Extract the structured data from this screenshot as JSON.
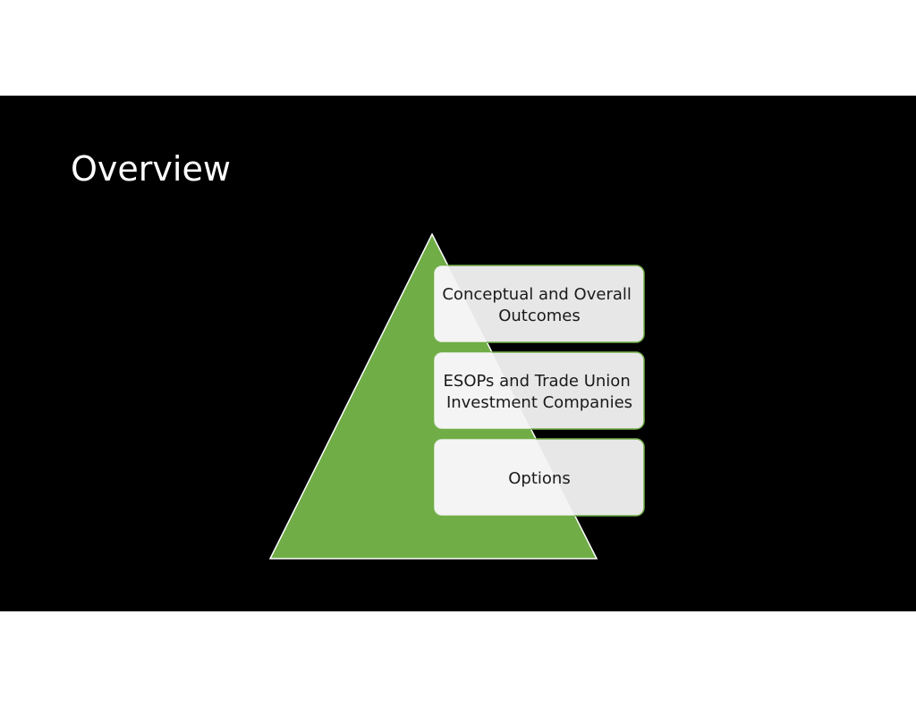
{
  "slide": {
    "title": "Overview"
  },
  "colors": {
    "background": "#000000",
    "pyramid_fill": "#70ad47",
    "pyramid_stroke": "#ffffff",
    "block_fill": "#e7e7e7",
    "block_stroke": "#70ad47"
  },
  "diagram": {
    "type": "pyramid-list",
    "items": [
      {
        "lines": [
          "Conceptual and Overall",
          "Outcomes"
        ]
      },
      {
        "lines": [
          "ESOPs and Trade Union",
          "Investment Companies"
        ]
      },
      {
        "lines": [
          "Options"
        ]
      }
    ]
  }
}
